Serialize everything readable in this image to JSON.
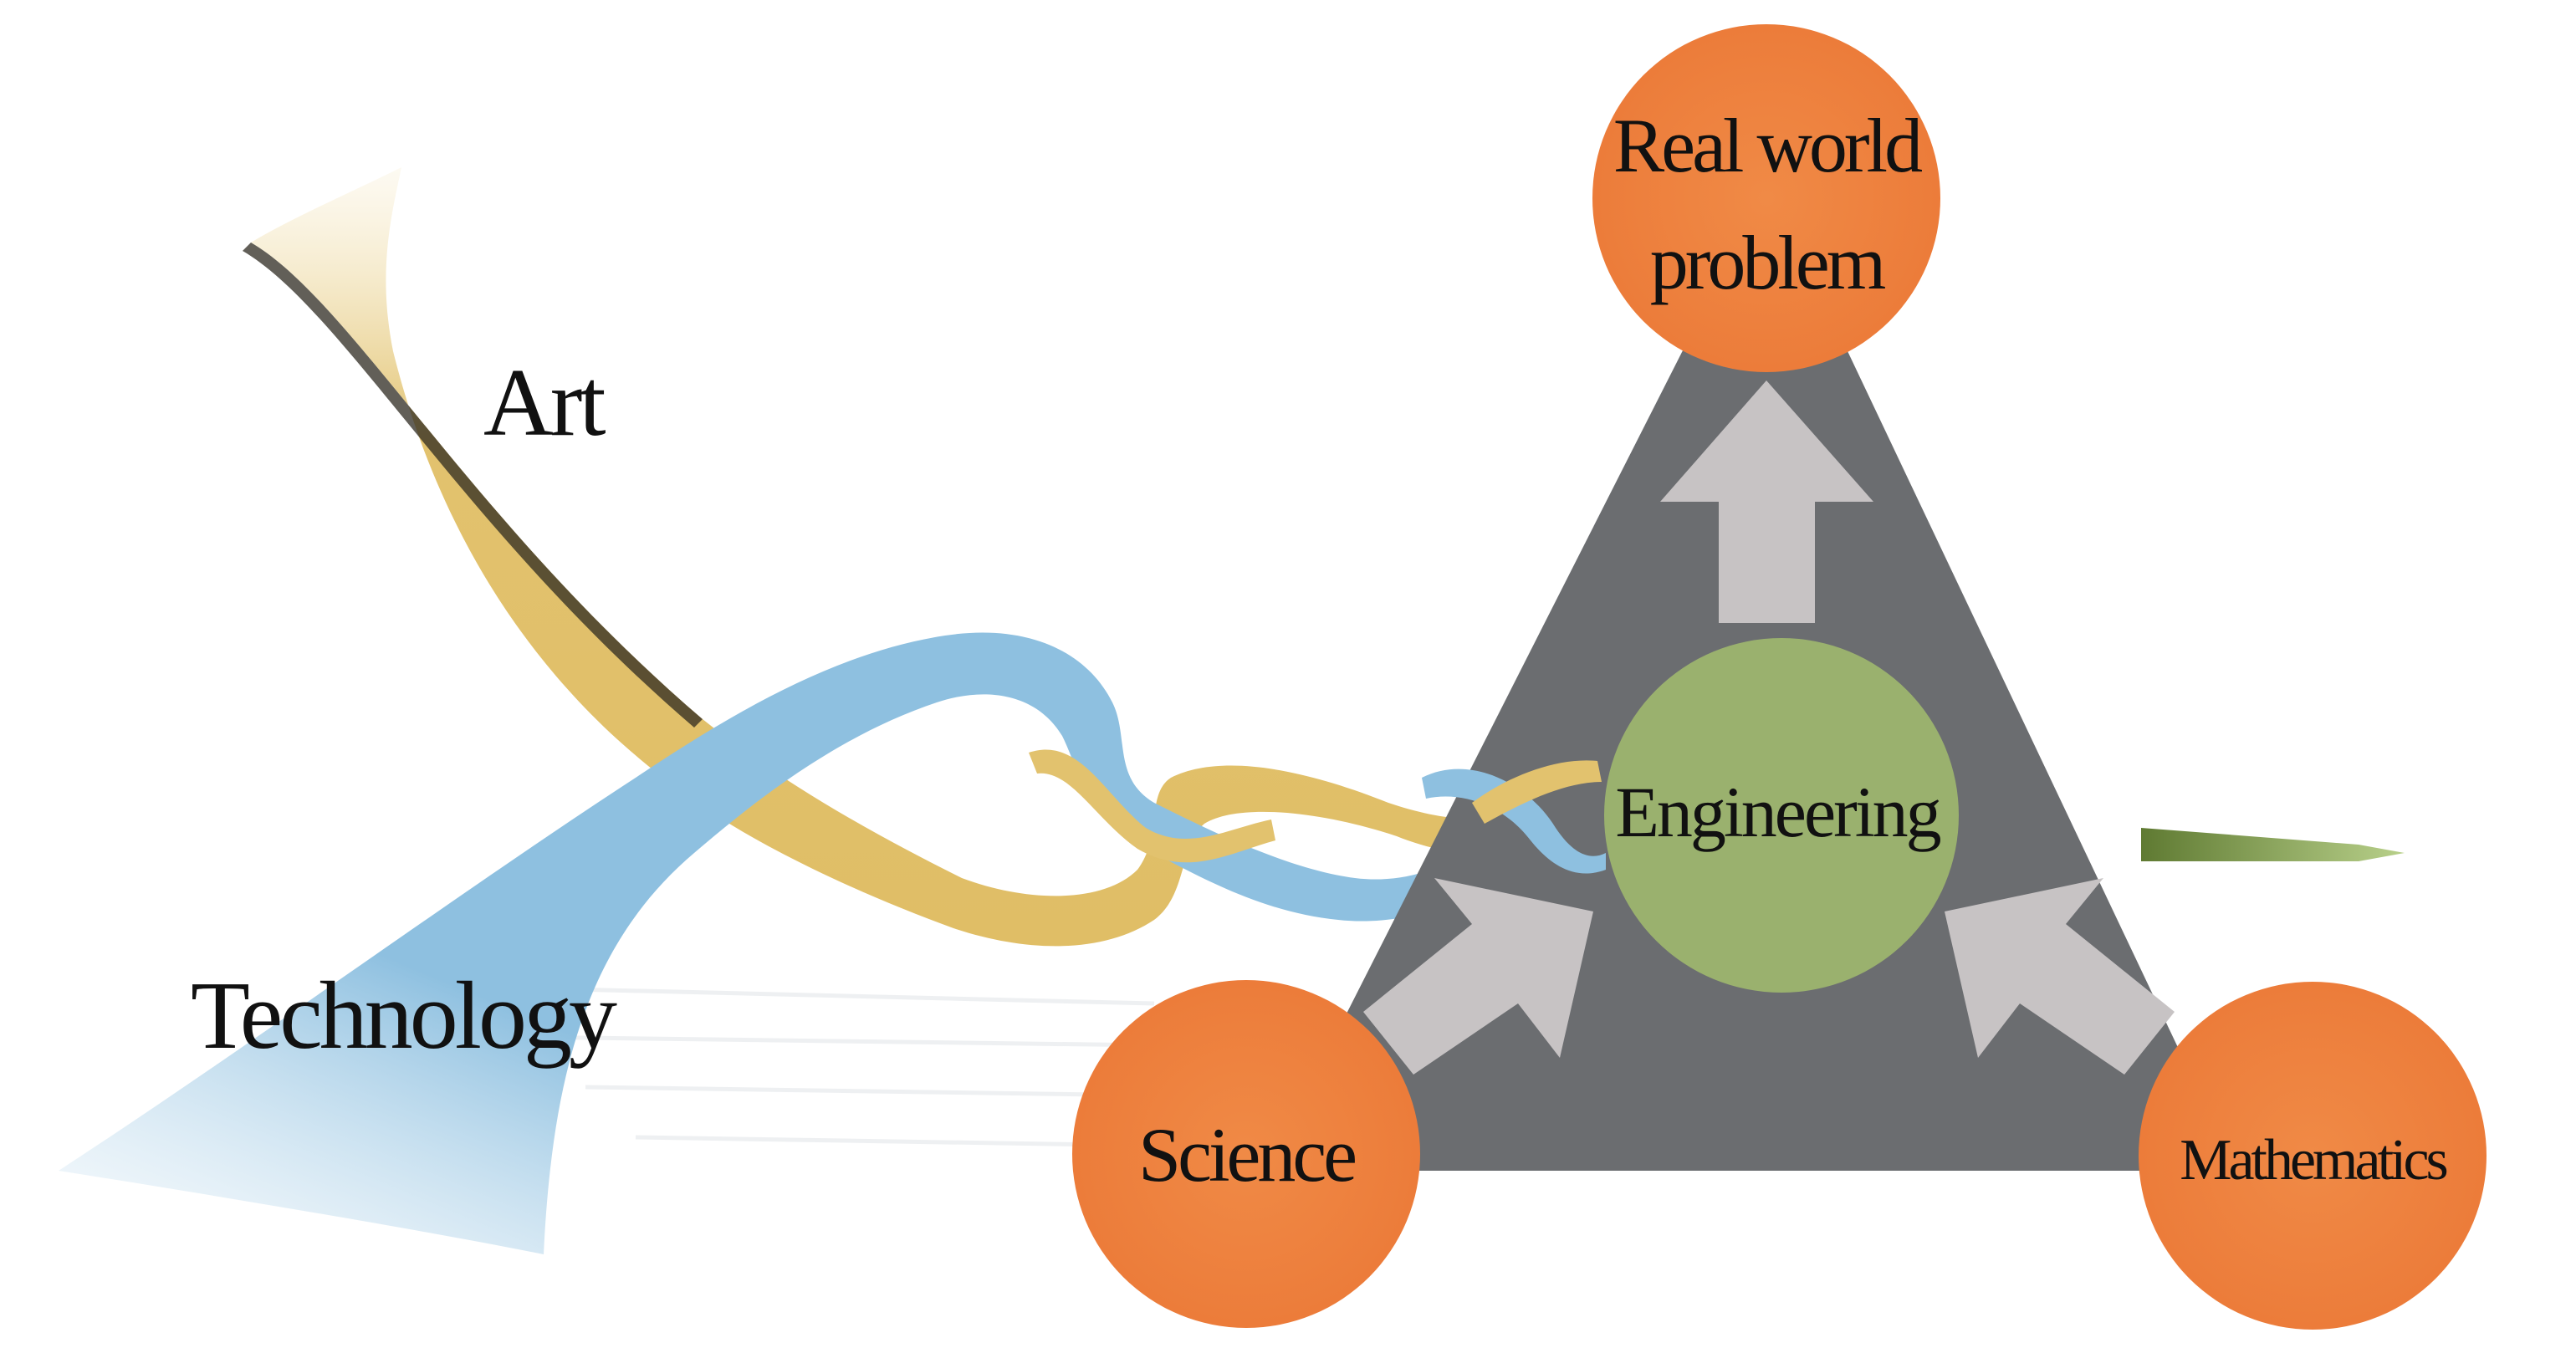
{
  "labels": {
    "art": "Art",
    "technology": "Technology",
    "real_world_problem_line1": "Real world",
    "real_world_problem_line2": "problem",
    "engineering": "Engineering",
    "science": "Science",
    "mathematics": "Mathematics"
  },
  "colors": {
    "art_ribbon": "#E2C26E",
    "technology_ribbon": "#8EC0E0",
    "triangle": "#6B6D70",
    "node_orange": "#EE8240",
    "engineering_green": "#9AB16E",
    "arrow_gray": "#C7C3C4",
    "output_arrow": "#7FA24A"
  }
}
